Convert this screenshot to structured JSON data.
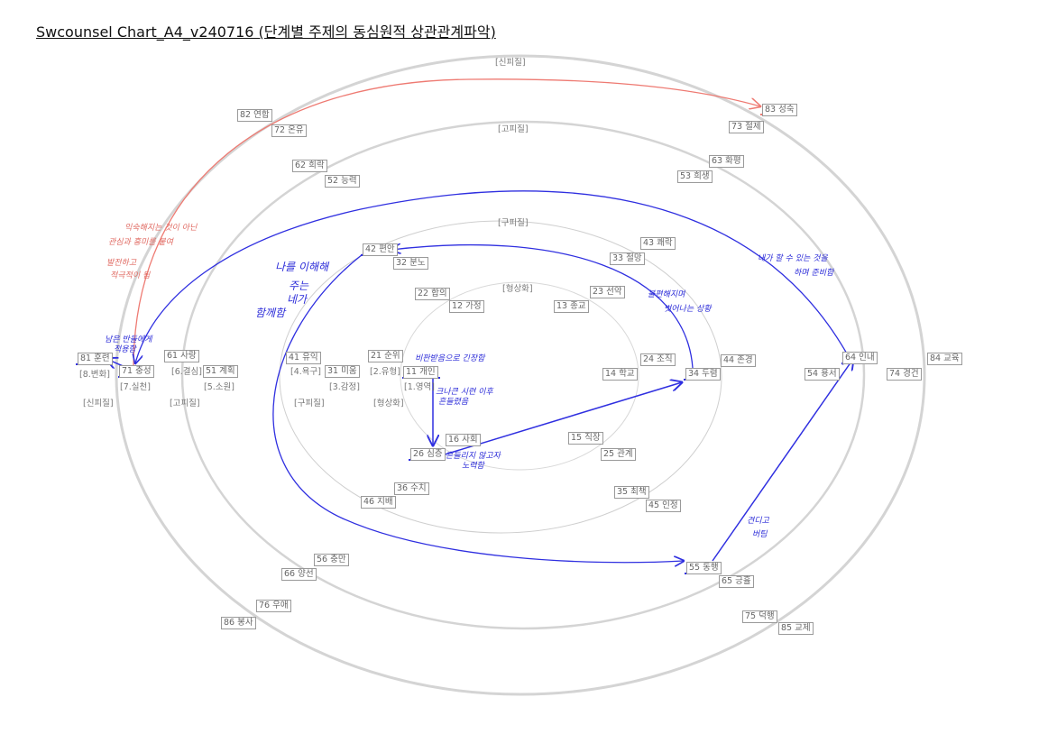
{
  "title": "Swcounsel Chart_A4_v240716 (단계별 주제의 동심원적 상관관계파악)",
  "colors": {
    "ring": "#d0d0d0",
    "blue_arrow": "#2f2fe0",
    "red_arrow": "#ee7a72"
  },
  "nodes": [
    {
      "label": "82 연합"
    },
    {
      "label": "72 온유"
    },
    {
      "label": "83 성숙"
    },
    {
      "label": "73 절제"
    },
    {
      "label": "62 희락"
    },
    {
      "label": "52 능력"
    },
    {
      "label": "63 화평"
    },
    {
      "label": "53 희생"
    },
    {
      "label": "43 쾌락"
    },
    {
      "label": "33 절망"
    },
    {
      "label": "42 편안"
    },
    {
      "label": "32 분노"
    },
    {
      "label": "22 합의"
    },
    {
      "label": "12 가정"
    },
    {
      "label": "23 선악"
    },
    {
      "label": "13 종교"
    },
    {
      "label": "41 유익"
    },
    {
      "label": "21 순위"
    },
    {
      "label": "61 사랑"
    },
    {
      "label": "81 훈련"
    },
    {
      "label": "71 충성"
    },
    {
      "label": "51 계획"
    },
    {
      "label": "31 미움"
    },
    {
      "label": "11 개인"
    },
    {
      "label": "24 조직"
    },
    {
      "label": "14 학교"
    },
    {
      "label": "34 두렴"
    },
    {
      "label": "44 존경"
    },
    {
      "label": "64 인내"
    },
    {
      "label": "54 용서"
    },
    {
      "label": "74 경건"
    },
    {
      "label": "84 교육"
    },
    {
      "label": "16 사회"
    },
    {
      "label": "26 심층"
    },
    {
      "label": "15 직장"
    },
    {
      "label": "25 관계"
    },
    {
      "label": "36 수치"
    },
    {
      "label": "46 지배"
    },
    {
      "label": "35 최책"
    },
    {
      "label": "45 인정"
    },
    {
      "label": "56 충만"
    },
    {
      "label": "66 양선"
    },
    {
      "label": "55 동행"
    },
    {
      "label": "65 긍휼"
    },
    {
      "label": "76 우애"
    },
    {
      "label": "86 봉사"
    },
    {
      "label": "75 덕행"
    },
    {
      "label": "85 교제"
    }
  ],
  "ring_tags": [
    {
      "label": "[신피질]"
    },
    {
      "label": "[고피질]"
    },
    {
      "label": "[구피질]"
    },
    {
      "label": "[형상화]"
    },
    {
      "label": "[8.변화]"
    },
    {
      "label": "[7.실천]"
    },
    {
      "label": "[6.결심]"
    },
    {
      "label": "[5.소원]"
    },
    {
      "label": "[4.욕구]"
    },
    {
      "label": "[3.감정]"
    },
    {
      "label": "[2.유형]"
    },
    {
      "label": "[1.영역]"
    },
    {
      "label": "[신피질]"
    },
    {
      "label": "[고피질]"
    },
    {
      "label": "[구피질]"
    },
    {
      "label": "[형상화]"
    }
  ],
  "notes": [
    {
      "text": "익숙해지는 것이 아닌",
      "color": "red"
    },
    {
      "text": "관심과 흥미를 붙여",
      "color": "red"
    },
    {
      "text": "발전하고",
      "color": "red"
    },
    {
      "text": "적극적이 됨",
      "color": "red"
    },
    {
      "text": "나를 이해해",
      "color": "blue"
    },
    {
      "text": "주는",
      "color": "blue"
    },
    {
      "text": "네가",
      "color": "blue"
    },
    {
      "text": "함께함",
      "color": "blue"
    },
    {
      "text": "비판받음으로 긴장함",
      "color": "blue"
    },
    {
      "text": "크나큰 시련 이후",
      "color": "blue"
    },
    {
      "text": "흔들렸음",
      "color": "blue"
    },
    {
      "text": "흔들리지 않고자",
      "color": "blue"
    },
    {
      "text": "노력함",
      "color": "blue"
    },
    {
      "text": "불편해지며",
      "color": "blue"
    },
    {
      "text": "벗어나는 상황",
      "color": "blue"
    },
    {
      "text": "내가 할 수 있는 것을",
      "color": "blue"
    },
    {
      "text": "하며 준비함",
      "color": "blue"
    },
    {
      "text": "견디고",
      "color": "blue"
    },
    {
      "text": "버팀",
      "color": "blue"
    },
    {
      "text": "남은 반들에게",
      "color": "blue"
    },
    {
      "text": "적용함",
      "color": "blue"
    }
  ]
}
